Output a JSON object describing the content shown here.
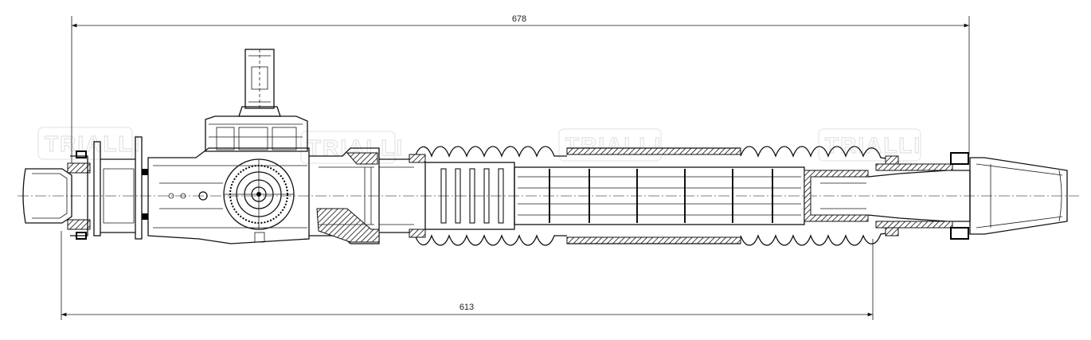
{
  "drawing": {
    "dimensions": {
      "overall_length": "678",
      "mount_length": "613"
    },
    "watermark_text": "TRIALLI"
  }
}
